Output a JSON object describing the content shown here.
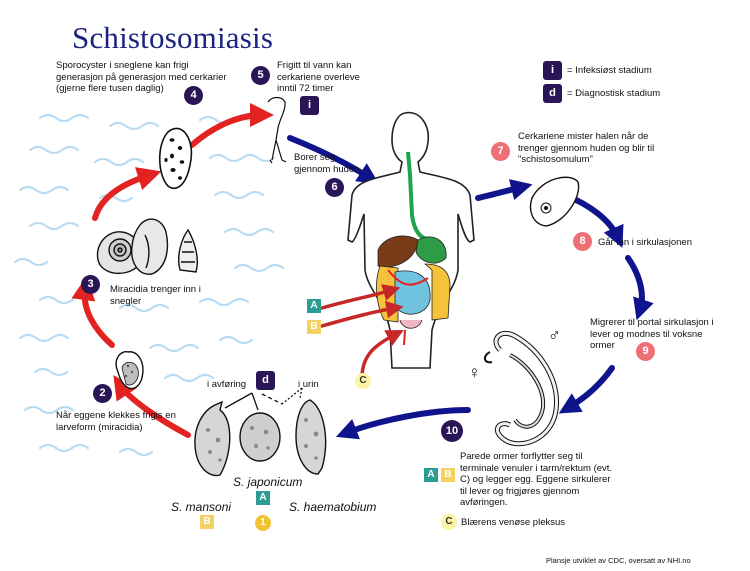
{
  "title": "Schistosomiasis",
  "legend": {
    "infective_symbol": "i",
    "infective_label": "= Infeksiøst stadium",
    "diagnostic_symbol": "d",
    "diagnostic_label": "= Diagnostisk stadium"
  },
  "stages": {
    "s1": {
      "num": "1"
    },
    "s2": {
      "num": "2",
      "text": "Når eggene klekkes frigis en larveform (miracidia)"
    },
    "s3": {
      "num": "3",
      "text": "Miracidia trenger inn i snegler"
    },
    "s4": {
      "num": "4",
      "text": "Sporocyster i sneglene kan frigi generasjon på generasjon med cerkarier (gjerne flere tusen daglig)"
    },
    "s5": {
      "num": "5",
      "text": "Frigitt til vann kan cerkariene overleve inntil 72 timer"
    },
    "s6": {
      "num": "6",
      "text": "Borer seg gjennom huden"
    },
    "s7": {
      "num": "7",
      "text": "Cerkariene mister halen når de trenger gjennom huden og blir til \"schistosomulum\""
    },
    "s8": {
      "num": "8",
      "text": "Går inn i sirkulasjonen"
    },
    "s9": {
      "num": "9",
      "text": "Migrerer til portal sirkulasjon i lever og modnes til voksne ormer"
    },
    "s10": {
      "num": "10",
      "text": "Parede ormer forflytter seg til terminale venuler i tarm/rektum (evt. C) og legger egg. Eggene sirkulerer til lever og frigjøres gjennom avføringen."
    }
  },
  "eggs": {
    "feces": "i avføring",
    "urine": "i urin",
    "mansoni": "S. mansoni",
    "japonicum": "S. japonicum",
    "haematobium": "S. haematobium"
  },
  "sites": {
    "a": "A",
    "b": "B",
    "c": "C"
  },
  "venous_note": "Blærens venøse pleksus",
  "symbols": {
    "female": "♀",
    "male": "♂"
  },
  "credit": "Plansje utviklet av CDC, oversatt av NHI.no",
  "colors": {
    "title": "#1a237e",
    "red_arrow": "#e32222",
    "blue_arrow": "#10148c",
    "badge_dark": "#2a1656",
    "badge_pink": "#ee7076",
    "water": "#b9dcf3",
    "site_a": "#2b9d94",
    "site_b": "#f5d062",
    "site_c": "#fdf4a6"
  }
}
